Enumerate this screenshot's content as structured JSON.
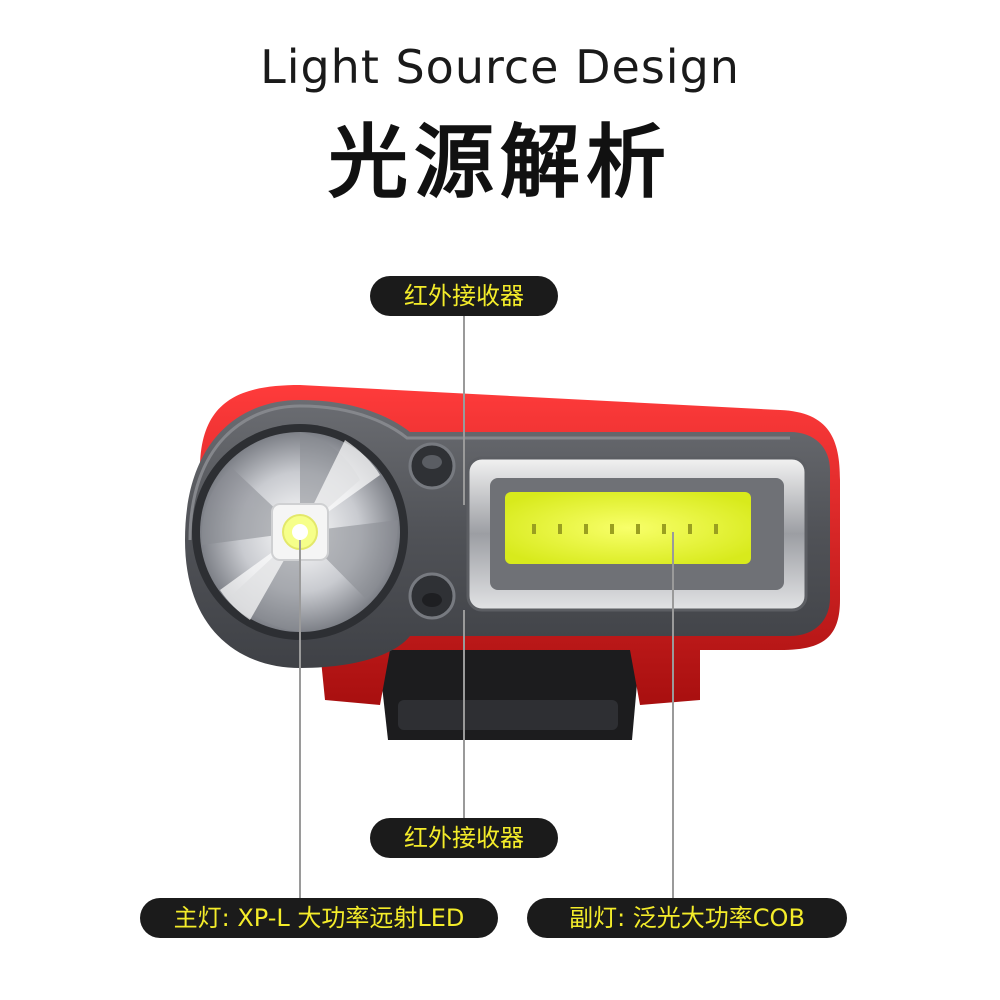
{
  "header": {
    "title_en": "Light Source Design",
    "title_cn": "光源解析"
  },
  "labels": {
    "ir_top": "红外接收器",
    "ir_bottom": "红外接收器",
    "main_light": "主灯: XP-L 大功率远射LED",
    "sub_light": "副灯: 泛光大功率COB"
  },
  "colors": {
    "label_bg": "#1b1b1b",
    "label_text": "#f4ec2a",
    "body_red": "#d81e1e",
    "body_gray": "#4a4c51",
    "cob_yellow": "#e6f22a"
  }
}
